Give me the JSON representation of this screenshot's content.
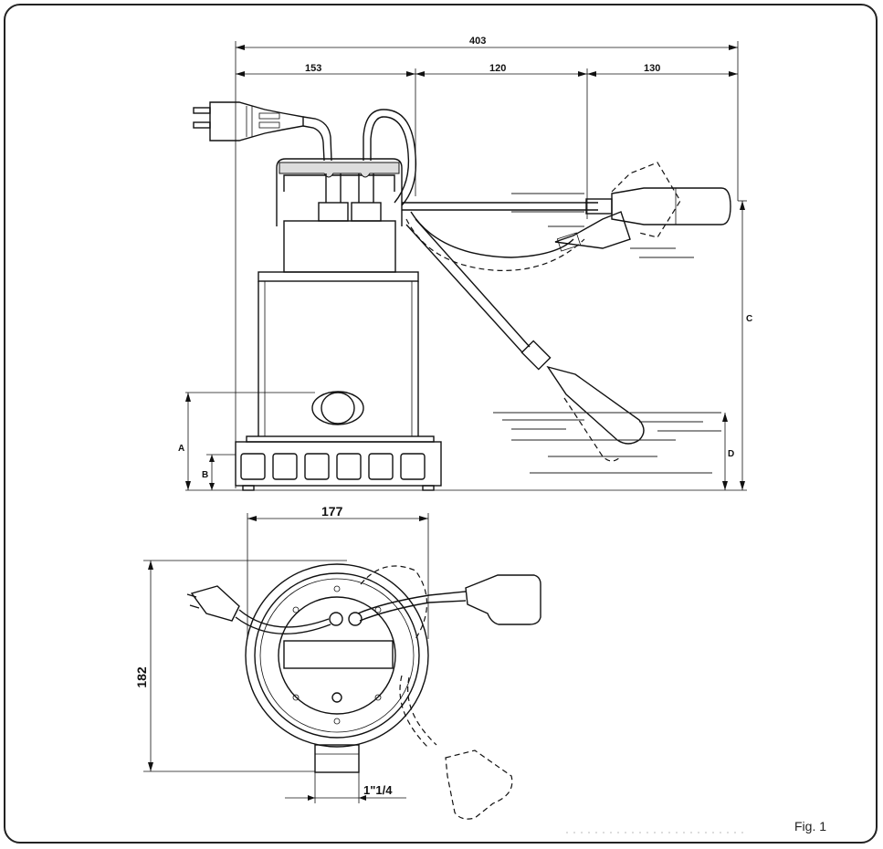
{
  "figure": {
    "label": "Fig. 1"
  },
  "dimensions": {
    "overall_width": "403",
    "seg_left": "153",
    "seg_middle": "120",
    "seg_right": "130",
    "height_a": "A",
    "height_b": "B",
    "height_c": "C",
    "height_d": "D",
    "top_width": "177",
    "top_height": "182",
    "outlet_size": "1\"1/4"
  },
  "colors": {
    "ink": "#111111",
    "paper": "#ffffff"
  }
}
